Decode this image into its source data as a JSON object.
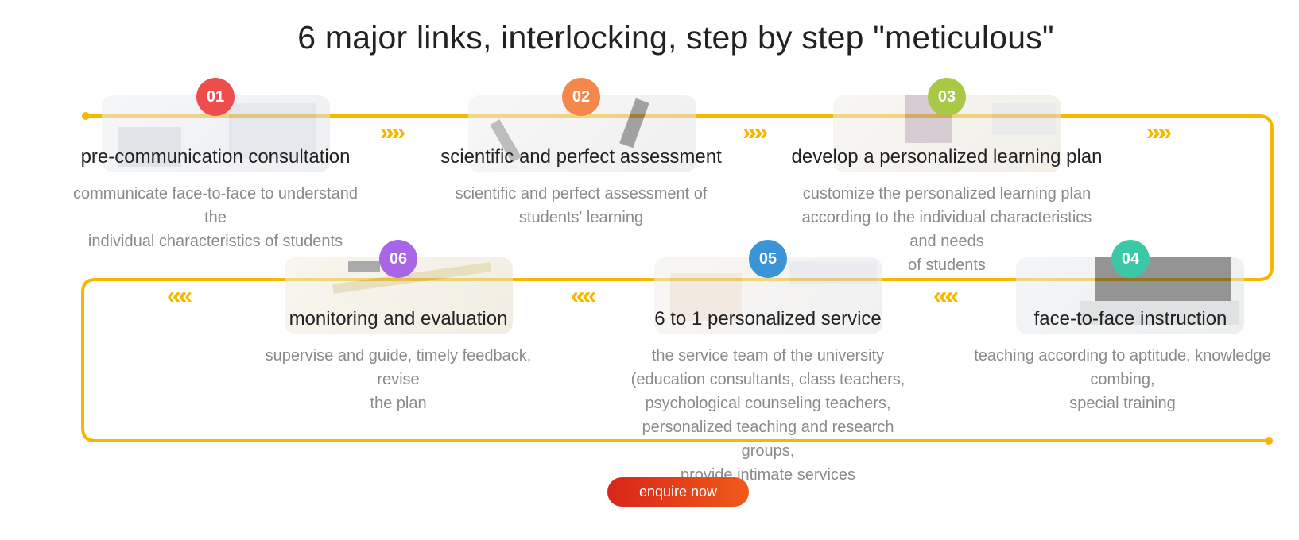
{
  "title": "6 major links, interlocking, step by step \"meticulous\"",
  "colors": {
    "track": "#f5b800",
    "badge_01": "#ee4d4d",
    "badge_02": "#f4874b",
    "badge_03": "#a9c846",
    "badge_04": "#3cc7a6",
    "badge_05": "#3a94d6",
    "badge_06": "#a865e6",
    "button": "#e23a1a"
  },
  "steps": [
    {
      "number": "01",
      "title": "pre-communication consultation",
      "desc_lines": [
        "communicate face-to-face to understand",
        "the",
        "individual characteristics of students"
      ],
      "image": "office-desk-photo"
    },
    {
      "number": "02",
      "title": "scientific and perfect assessment",
      "desc_lines": [
        "scientific and perfect assessment of",
        "students' learning"
      ],
      "image": "pens-desk-photo"
    },
    {
      "number": "03",
      "title": "develop a personalized learning plan",
      "desc_lines": [
        "customize the personalized learning plan",
        "according to the individual characteristics",
        "and needs",
        "of students"
      ],
      "image": "stationery-photo"
    },
    {
      "number": "04",
      "title": "face-to-face instruction",
      "desc_lines": [
        "teaching according to aptitude, knowledge",
        "combing,",
        "special training"
      ],
      "image": "laptop-photo"
    },
    {
      "number": "05",
      "title": "6 to 1 personalized service",
      "desc_lines": [
        "the service team of the university",
        "(education consultants, class teachers,",
        "psychological counseling teachers,",
        "personalized teaching and research",
        "groups,",
        "provide intimate services"
      ],
      "image": "keyboard-notebook-photo"
    },
    {
      "number": "06",
      "title": "monitoring and evaluation",
      "desc_lines": [
        "supervise and guide, timely feedback,",
        "revise",
        "the plan"
      ],
      "image": "notes-pen-photo"
    }
  ],
  "arrows": {
    "forward": "»»»",
    "backward": "«««"
  },
  "cta": {
    "label": "enquire now"
  }
}
